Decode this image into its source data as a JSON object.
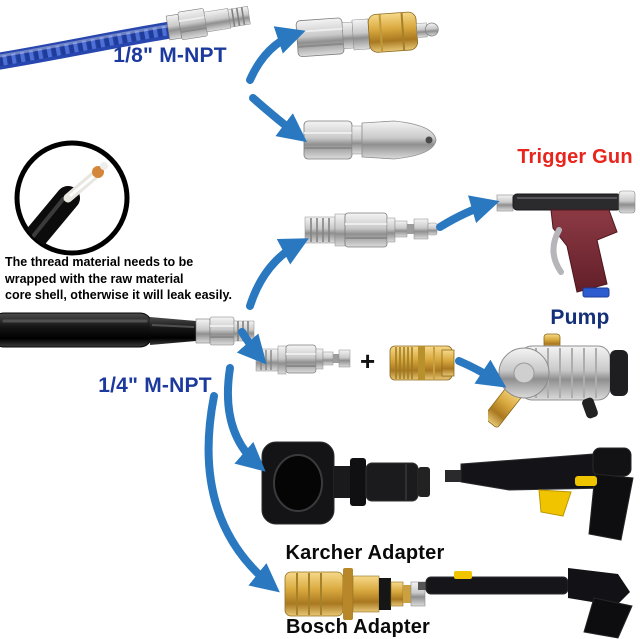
{
  "labels": {
    "hose_top_thread": "1/8\" M-NPT",
    "hose_bottom_thread": "1/4\" M-NPT",
    "trigger_gun": "Trigger Gun",
    "pump": "Pump",
    "karcher_adapter": "Karcher Adapter",
    "bosch_adapter": "Bosch Adapter",
    "plus": "+"
  },
  "note": {
    "lines": [
      "The thread material needs to be",
      "wrapped with the raw material",
      "core shell, otherwise it will leak easily."
    ]
  },
  "colors": {
    "thread_label_blue": "#1c3a9e",
    "trigger_gun_red": "#e8241c",
    "pump_navy": "#133079",
    "adapter_label_black": "#0a0a0a",
    "arrow_blue": "#2a79c0",
    "hose_blue": "#2746ae",
    "brass_gold": "#d9a93f"
  },
  "figures": [
    "blue-hose",
    "swivel-jetter-nozzle",
    "button-nose-nozzle",
    "quick-connect-plug",
    "trigger-gun",
    "hose-core-detail-inset",
    "black-hose",
    "quick-connect-plug-small",
    "brass-hose-connector",
    "pump",
    "karcher-adapter",
    "karcher-trigger-gun",
    "bosch-adapter",
    "bosch-trigger-gun"
  ]
}
